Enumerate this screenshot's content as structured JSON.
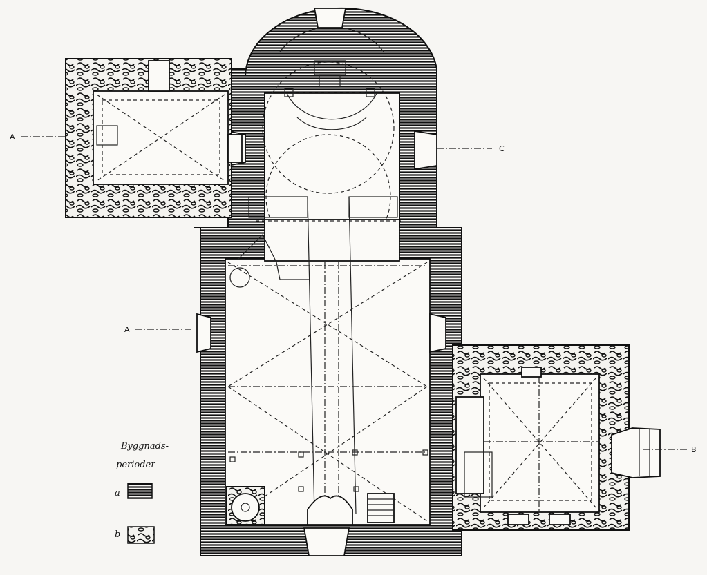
{
  "section_marks": {
    "a_left": "A",
    "a_nave": "A",
    "b_right": "B",
    "c_right": "C"
  },
  "legend": {
    "title_line1": "Byggnads-",
    "title_line2": "perioder",
    "items": [
      {
        "key": "a",
        "pattern": "horizontal-hatch"
      },
      {
        "key": "b",
        "pattern": "rubble-texture"
      }
    ]
  },
  "colors": {
    "ink": "#111111",
    "paper": "#f7f6f3"
  }
}
